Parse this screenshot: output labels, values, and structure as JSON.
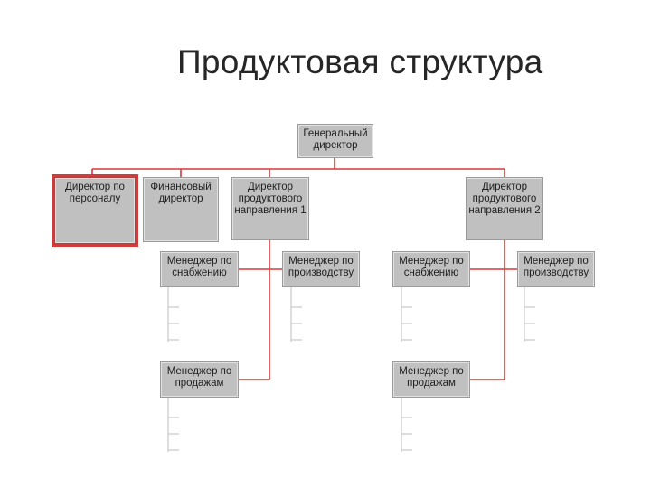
{
  "title": "Продуктовая структура",
  "colors": {
    "line": "#d9393a",
    "box": "#c0c0c0",
    "selection": "#d33a3a"
  },
  "nodes": {
    "ceo": "Генеральный директор",
    "hr": "Директор по персоналу",
    "fin": "Финансовый директор",
    "pd1": "Директор продуктового направления 1",
    "pd2": "Директор продуктового направления 2",
    "sup1": "Менеджер по снабжению",
    "prod1": "Менеджер по производству",
    "sales1": "Менеджер по продажам",
    "sup2": "Менеджер по снабжению",
    "prod2": "Менеджер по производству",
    "sales2": "Менеджер по продажам"
  }
}
